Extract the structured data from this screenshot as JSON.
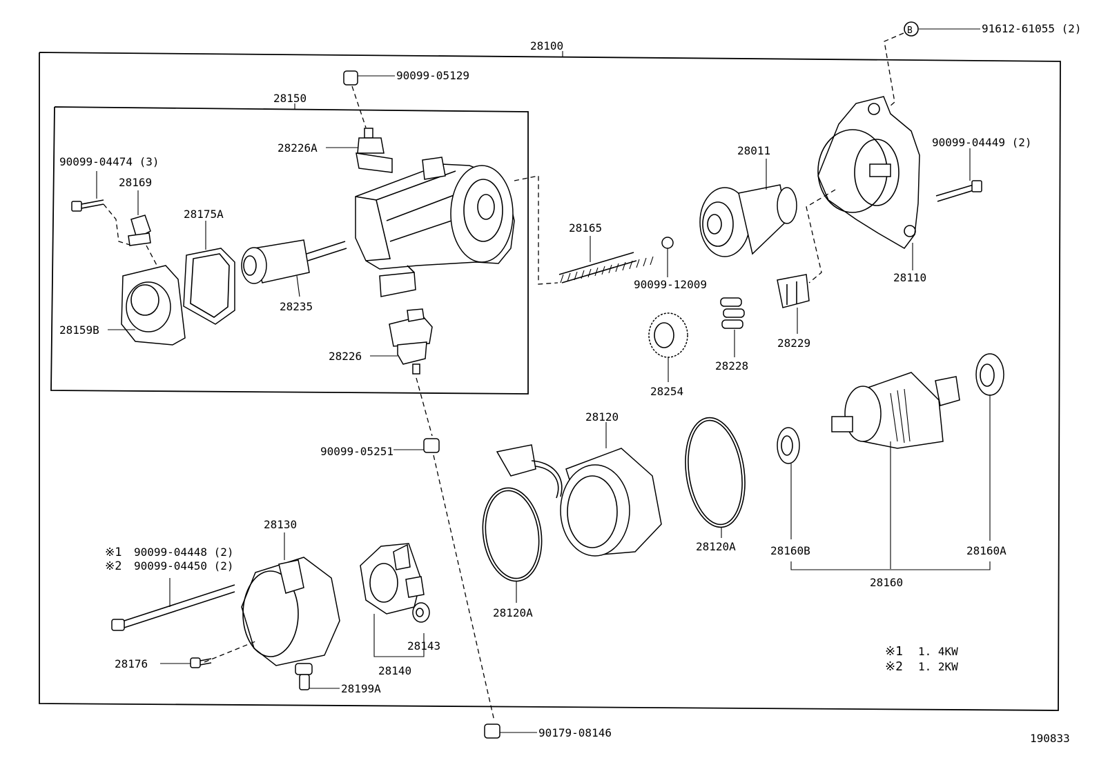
{
  "labels": {
    "assembly": "28100",
    "bolt_b": "91612-61055 (2)",
    "b_marker": "B",
    "nut_top": "90099-05129",
    "sub_assembly": "28150",
    "p28226A": "28226A",
    "bolt_90099_04474": "90099-04474 (3)",
    "p28169": "28169",
    "p28175A": "28175A",
    "p28235": "28235",
    "p28159B": "28159B",
    "p28226": "28226",
    "p28011": "28011",
    "p28165": "28165",
    "ball_90099_12009": "90099-12009",
    "p28110": "28110",
    "bolt_90099_04449": "90099-04449 (2)",
    "p28229": "28229",
    "p28228": "28228",
    "p28254": "28254",
    "nut_mid": "90099-05251",
    "p28120": "28120",
    "p28120A_right": "28120A",
    "p28120A_left": "28120A",
    "p28160B": "28160B",
    "p28160A": "28160A",
    "p28160": "28160",
    "p28130": "28130",
    "note_bolt_1_mark": "※1",
    "note_bolt_1": "90099-04448 (2)",
    "note_bolt_2_mark": "※2",
    "note_bolt_2": "90099-04450 (2)",
    "p28176": "28176",
    "p28199A": "28199A",
    "p28140": "28140",
    "p28143": "28143",
    "nut_bottom": "90179-08146",
    "diagram_id": "190833"
  },
  "legend": [
    {
      "mark": "※1",
      "value": "1. 4KW"
    },
    {
      "mark": "※2",
      "value": "1. 2KW"
    }
  ]
}
